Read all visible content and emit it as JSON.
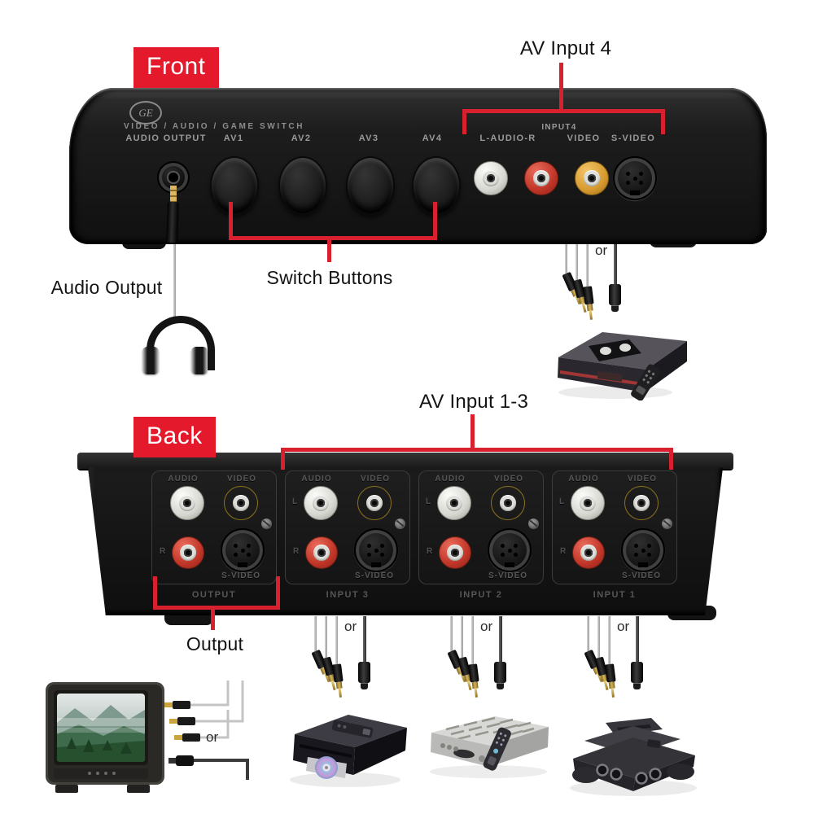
{
  "or_label": "or",
  "colors": {
    "tag_red": "#e4192b",
    "bracket_red": "#d8202e",
    "front_panel_black": "#1b1b1b",
    "back_panel_black": "#141414",
    "rca_white": "#e9e9e4",
    "rca_red": "#c03527",
    "rca_yellow": "#e3bf3f",
    "rca_orange": "#d89a2e"
  },
  "front": {
    "tag": "Front",
    "callouts": {
      "av_input4": "AV Input 4",
      "audio_output": "Audio Output",
      "switch_buttons": "Switch Buttons"
    },
    "panel": {
      "logo": "GE",
      "title": "VIDEO / AUDIO / GAME  SWITCH",
      "audio_output_label": "AUDIO OUTPUT",
      "av_labels": [
        "AV1",
        "AV2",
        "AV3",
        "AV4"
      ],
      "input4_label": "INPUT4",
      "l_audio_r_label": "L-AUDIO-R",
      "video_label": "VIDEO",
      "s_video_label": "S-VIDEO"
    }
  },
  "back": {
    "tag": "Back",
    "callouts": {
      "av_input_1_3": "AV Input 1-3",
      "output": "Output"
    },
    "groups": [
      {
        "audio": "AUDIO",
        "video": "VIDEO",
        "left_ch": "",
        "right_ch": "R",
        "s_video": "S-VIDEO",
        "name": "OUTPUT"
      },
      {
        "audio": "AUDIO",
        "video": "VIDEO",
        "left_ch": "L",
        "right_ch": "R",
        "s_video": "S-VIDEO",
        "name": "INPUT 3"
      },
      {
        "audio": "AUDIO",
        "video": "VIDEO",
        "left_ch": "L",
        "right_ch": "R",
        "s_video": "S-VIDEO",
        "name": "INPUT 2"
      },
      {
        "audio": "AUDIO",
        "video": "VIDEO",
        "left_ch": "L",
        "right_ch": "R",
        "s_video": "S-VIDEO",
        "name": "INPUT 1"
      }
    ]
  },
  "illustrations": {
    "headphones": "headphones-icon",
    "vcr": "vcr-with-remote-icon",
    "crt_tv": "crt-tv-icon",
    "rca_cables": "rca-cable-icon",
    "s_video_cable": "s-video-cable-icon",
    "dvd_player": "dvd-player-icon",
    "cable_box": "cable-box-icon",
    "game_console": "game-console-icon"
  }
}
